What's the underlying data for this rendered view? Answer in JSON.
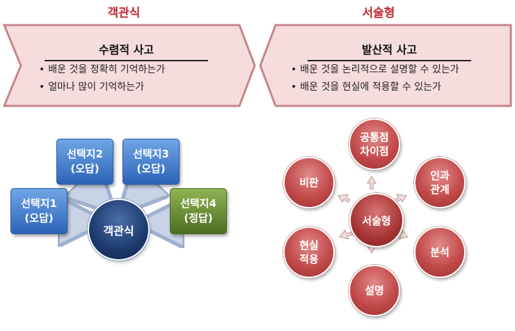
{
  "left": {
    "title": "객관식",
    "heading": "수렴적 사고",
    "bullets": [
      "배운 것을 정확히 기억하는가",
      "얼마나 많이 기억하는가"
    ],
    "hub": "객관식",
    "choices": [
      {
        "label": "선택지1\n(오답)"
      },
      {
        "label": "선택지2\n(오답)"
      },
      {
        "label": "선택지3\n(오답)"
      },
      {
        "label": "선택지4\n(정답)"
      }
    ]
  },
  "right": {
    "title": "서술형",
    "heading": "발산적 사고",
    "bullets": [
      "배운 것을 논리적으로 설명할 수 있는가",
      "배운 것을 현실에 적용할 수 있는가"
    ],
    "hub": "서술형",
    "nodes": [
      {
        "label": "공통점\n차이점"
      },
      {
        "label": "인과\n관계"
      },
      {
        "label": "분석"
      },
      {
        "label": "설명"
      },
      {
        "label": "현실\n적용"
      },
      {
        "label": "비판"
      }
    ]
  },
  "colors": {
    "title": "#c0282e",
    "panel_fill": "#f6dcdc",
    "panel_border": "#c7858a",
    "choice_blue": "#3b78cf",
    "choice_green": "#5f8a2c",
    "hub_navy": "#1c3a6e",
    "node_red": "#c24a4a"
  }
}
